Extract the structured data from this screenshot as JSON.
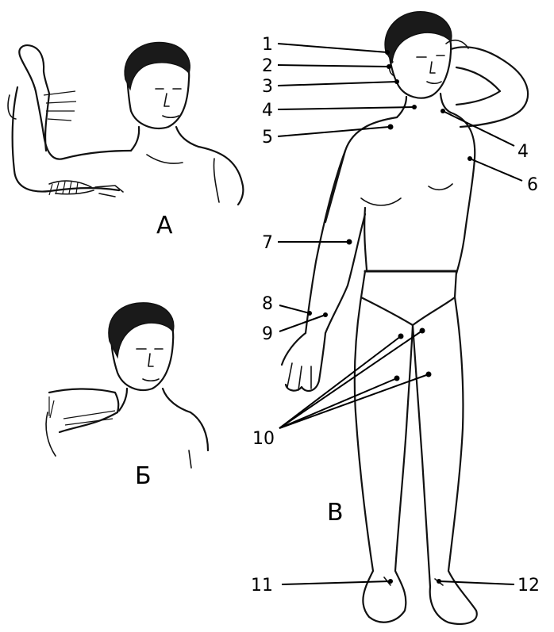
{
  "panels": {
    "a": "А",
    "b": "Б",
    "c": "В"
  },
  "callouts": {
    "n1": "1",
    "n2": "2",
    "n3": "3",
    "n4_left": "4",
    "n4_right": "4",
    "n5": "5",
    "n6": "6",
    "n7": "7",
    "n8": "8",
    "n9": "9",
    "n10": "10",
    "n11": "11",
    "n12": "12"
  }
}
